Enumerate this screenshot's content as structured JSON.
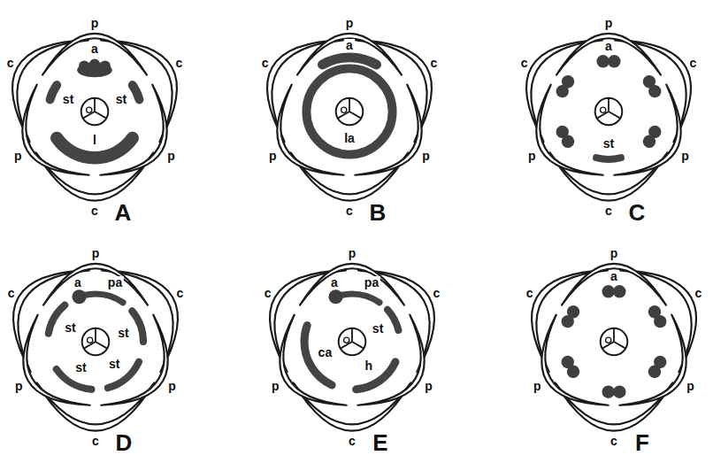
{
  "diagram": {
    "labels": [
      "c",
      "p",
      "c",
      "a",
      "st",
      "st",
      "p",
      "p",
      "l",
      "c",
      "A",
      "c",
      "p",
      "c",
      "a",
      "p",
      "p",
      "la",
      "c",
      "B",
      "p",
      "c",
      "c",
      "a",
      "st",
      "p",
      "p",
      "c",
      "C",
      "p",
      "c",
      "c",
      "a",
      "pa",
      "st",
      "st",
      "st",
      "st",
      "p",
      "p",
      "c",
      "D",
      "p",
      "c",
      "c",
      "a",
      "pa",
      "st",
      "ca",
      "h",
      "p",
      "p",
      "c",
      "E",
      "p",
      "c",
      "c",
      "a",
      "p",
      "p",
      "c",
      "F"
    ]
  }
}
